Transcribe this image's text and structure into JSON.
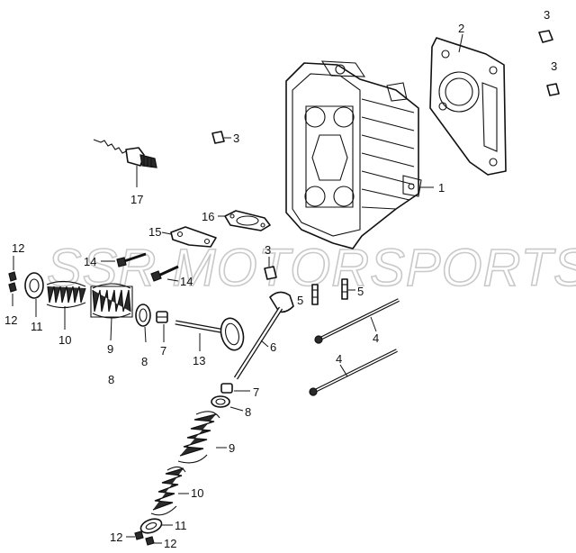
{
  "watermark": "SSR MOTORSPORTS",
  "parts": {
    "cylinder_head": "1",
    "head_gasket": "2",
    "dowel_pin_top_a": "3",
    "dowel_pin_top_b": "3",
    "dowel_pin_mid": "3",
    "dowel_pin_low": "3",
    "stud_upper": "4",
    "stud_lower": "4",
    "pin_left": "5",
    "pin_right": "5",
    "intake_valve": "6",
    "stem_seal_left": "7",
    "stem_seal_right": "7",
    "seat_ring_left": "8",
    "seat_ring_right": "8",
    "label_8_below": "8",
    "outer_spring_left": "9",
    "outer_spring_right": "9",
    "inner_spring_left": "10",
    "inner_spring_right": "10",
    "retainer_left": "11",
    "retainer_right": "11",
    "keeper_top_left": "12",
    "keeper_bottom_left": "12",
    "keeper_lower_a": "12",
    "keeper_lower_b": "12",
    "exhaust_valve": "13",
    "bolt_left": "14",
    "bolt_right": "14",
    "cover_plate": "15",
    "cover_gasket": "16",
    "spark_plug": "17"
  }
}
